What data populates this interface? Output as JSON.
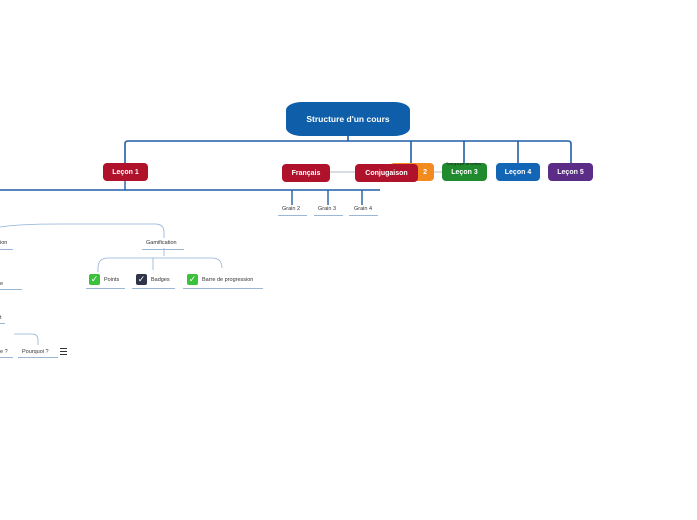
{
  "root": {
    "label": "Structure d'un cours"
  },
  "lessons": {
    "lecon1": "Leçon 1",
    "francais": "Français",
    "conjugaison": "Conjugaison",
    "lecon2_partial": "2",
    "lecon3": "Leçon 3",
    "lecon4": "Leçon 4",
    "lecon5": "Leçon 5"
  },
  "overlap_caption": "Tout groupe de verbes",
  "grains": [
    "Grain 2",
    "Grain 3",
    "Grain 4"
  ],
  "branches": {
    "partial_left_1": "ion",
    "gamification": "Gamification",
    "partial_left_2": "e",
    "partial_left_3": "t",
    "partial_question": "e ?",
    "pourquoi": "Pourquoi ?"
  },
  "gamification_items": [
    {
      "label": "Points",
      "check_color": "#3cc13b"
    },
    {
      "label": "Badges",
      "check_color": "#2f3448"
    },
    {
      "label": "Barre de progression",
      "check_color": "#3cc13b"
    }
  ],
  "colors": {
    "connector": "#1f5fa6",
    "root": "#0e5ea9",
    "lecon1": "#b0122c",
    "francais": "#b0122c",
    "conjugaison": "#b0122c",
    "lecon2": "#f28a20",
    "lecon3": "#1f8a2e",
    "lecon4": "#1366b5",
    "lecon5": "#5b2d86"
  }
}
